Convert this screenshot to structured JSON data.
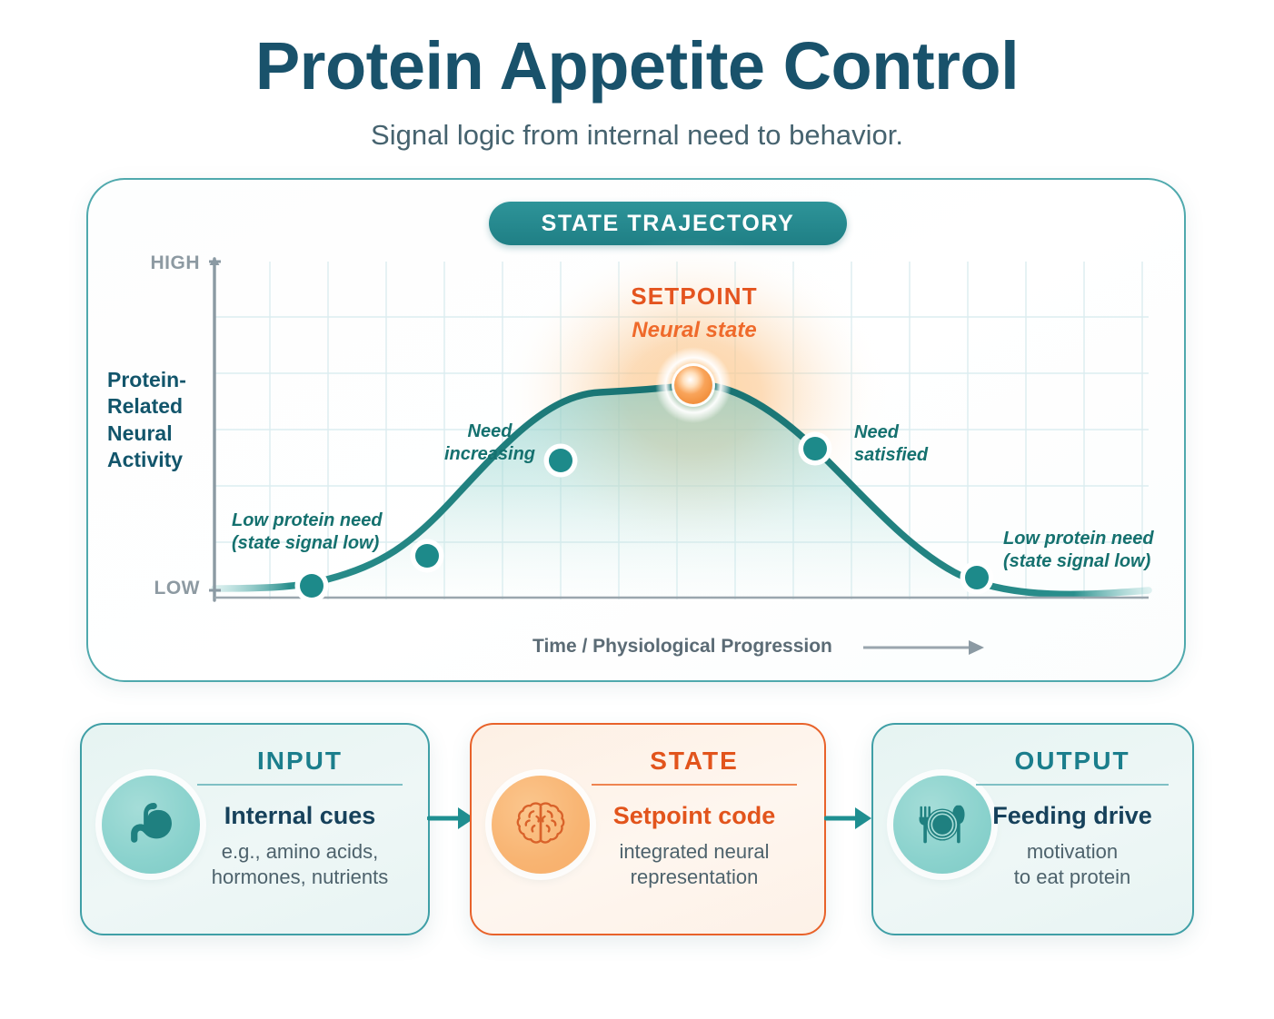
{
  "header": {
    "title": "Protein Appetite Control",
    "subtitle": "Signal logic from internal need to behavior."
  },
  "chart_panel": {
    "badge": "STATE TRAJECTORY",
    "setpoint": {
      "label": "SETPOINT",
      "sublabel": "Neural state"
    },
    "annotations": {
      "low_left": "Low protein need\n(state signal low)",
      "low_left_line1": "Low protein need",
      "low_left_line2": "(state signal low)",
      "need_increasing_line1": "Need",
      "need_increasing_line2": "increasing",
      "need_satisfied_line1": "Need",
      "need_satisfied_line2": "satisfied",
      "low_right_line1": "Low protein need",
      "low_right_line2": "(state signal low)"
    }
  },
  "chart_data": {
    "type": "line",
    "title": "STATE TRAJECTORY",
    "xlabel": "Time / Physiological Progression",
    "ylabel": "Protein-Related Neural Activity",
    "ytick_labels": [
      "LOW",
      "HIGH"
    ],
    "ylim": [
      0,
      1
    ],
    "grid": true,
    "legend": "none",
    "series": [
      {
        "name": "Protein-related neural activity",
        "x": [
          0.0,
          0.06,
          0.12,
          0.2,
          0.28,
          0.36,
          0.44,
          0.5,
          0.56,
          0.64,
          0.72,
          0.8,
          0.88,
          0.94,
          1.0
        ],
        "values": [
          0.03,
          0.04,
          0.06,
          0.11,
          0.22,
          0.4,
          0.66,
          0.82,
          0.88,
          0.78,
          0.57,
          0.33,
          0.14,
          0.07,
          0.04
        ]
      }
    ],
    "markers": [
      {
        "label": "Low protein need (state signal low)",
        "x": 0.11,
        "y": 0.055,
        "color": "#1d8a8a"
      },
      {
        "label": "",
        "x": 0.24,
        "y": 0.155,
        "color": "#1d8a8a"
      },
      {
        "label": "Need increasing",
        "x": 0.38,
        "y": 0.435,
        "color": "#1d8a8a"
      },
      {
        "label": "SETPOINT / Neural state",
        "x": 0.52,
        "y": 0.885,
        "color": "#f5893a"
      },
      {
        "label": "Need satisfied",
        "x": 0.65,
        "y": 0.745,
        "color": "#1d8a8a"
      },
      {
        "label": "Low protein need (state signal low)",
        "x": 0.84,
        "y": 0.085,
        "color": "#1d8a8a"
      }
    ],
    "axis_arrow": true
  },
  "flow": {
    "cards": [
      {
        "kicker": "INPUT",
        "head": "Internal cues",
        "desc_line1": "e.g., amino acids,",
        "desc_line2": "hormones, nutrients",
        "icon": "stomach-icon",
        "accent": "#3f9fa6"
      },
      {
        "kicker": "STATE",
        "head": "Setpoint code",
        "desc_line1": "integrated neural",
        "desc_line2": "representation",
        "icon": "brain-icon",
        "accent": "#e8622a"
      },
      {
        "kicker": "OUTPUT",
        "head": "Feeding drive",
        "desc_line1": "motivation",
        "desc_line2": "to eat protein",
        "icon": "plate-cutlery-icon",
        "accent": "#3f9fa6"
      }
    ],
    "arrow_icon": "arrow-right-icon"
  },
  "colors": {
    "teal_dark": "#15716f",
    "teal": "#2e9499",
    "orange": "#e4541f",
    "orange_light": "#f5893a",
    "title": "#19526b",
    "grid": "#dbeef1"
  }
}
